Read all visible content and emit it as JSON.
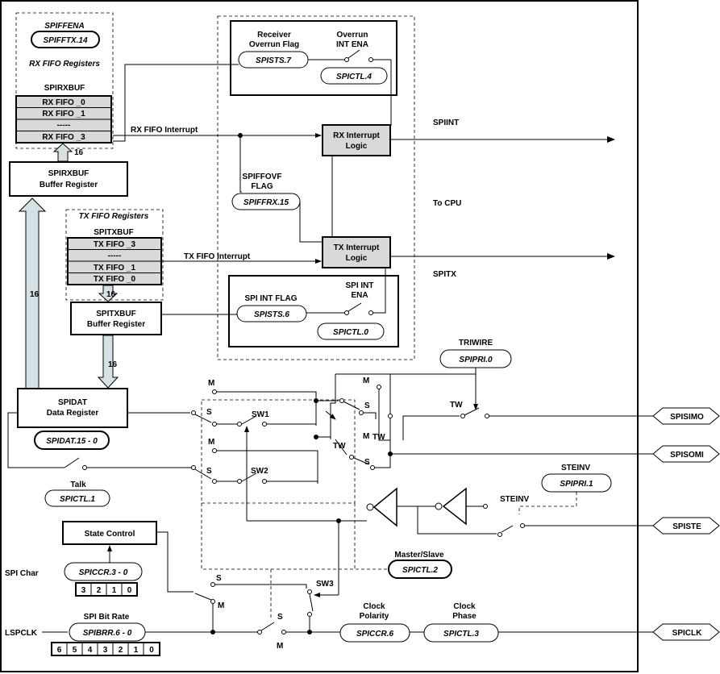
{
  "rx_section": {
    "spiffena_label": "SPIFFENA",
    "spiffena_reg": "SPIFFTX.14",
    "title": "RX FIFO Registers",
    "spirxbuf_label": "SPIRXBUF",
    "fifo": [
      "RX FIFO _0",
      "RX FIFO _1",
      "-----",
      "RX FIFO _3"
    ],
    "bus_width": "16",
    "buffer_line1": "SPIRXBUF",
    "buffer_line2": "Buffer Register"
  },
  "tx_section": {
    "title": "TX FIFO Registers",
    "spitxbuf_label": "SPITXBUF",
    "fifo": [
      "TX FIFO _3",
      "-----",
      "TX FIFO _1",
      "TX FIFO _0"
    ],
    "bus_width": "16",
    "buffer_line1": "SPITXBUF",
    "buffer_line2": "Buffer Register",
    "bus_width_down": "16"
  },
  "main_bus_width": "16",
  "interrupts": {
    "rx_fifo_interrupt": "RX FIFO Interrupt",
    "tx_fifo_interrupt": "TX FIFO Interrupt",
    "rx_logic_line1": "RX Interrupt",
    "rx_logic_line2": "Logic",
    "tx_logic_line1": "TX Interrupt",
    "tx_logic_line2": "Logic",
    "spiint": "SPIINT",
    "to_cpu": "To CPU",
    "spitx": "SPITX",
    "receiver_line1": "Receiver",
    "receiver_line2": "Overrun Flag",
    "overrun_line1": "Overrun",
    "overrun_line2": "INT ENA",
    "spists7": "SPISTS.7",
    "spictl4": "SPICTL.4",
    "spiffovf_line1": "SPIFFOVF",
    "spiffovf_line2": "FLAG",
    "spiffrx15": "SPIFFRX.15",
    "spi_int_flag": "SPI INT FLAG",
    "spi_int_ena_line1": "SPI INT",
    "spi_int_ena_line2": "ENA",
    "spists6": "SPISTS.6",
    "spictl0": "SPICTL.0"
  },
  "data_register": {
    "line1": "SPIDAT",
    "line2": "Data Register",
    "reg": "SPIDAT.15 - 0",
    "talk": "Talk",
    "talk_reg": "SPICTL.1"
  },
  "switches": {
    "m": "M",
    "s": "S",
    "sw1": "SW1",
    "sw2": "SW2",
    "sw3": "SW3",
    "tw": "TW",
    "triwire": "TRIWIRE",
    "spipri0": "SPIPRI.0",
    "steinv": "STEINV",
    "spipri1": "SPIPRI.1"
  },
  "pins": {
    "spisimo": "SPISIMO",
    "spisomi": "SPISOMI",
    "spiste": "SPISTE",
    "spiclk": "SPICLK",
    "lspclk": "LSPCLK"
  },
  "control": {
    "state_control": "State Control",
    "spi_char": "SPI Char",
    "spiccr30": "SPICCR.3 - 0",
    "char_bits": [
      "3",
      "2",
      "1",
      "0"
    ],
    "master_slave": "Master/Slave",
    "spictl2": "SPICTL.2",
    "spi_bit_rate": "SPI Bit Rate",
    "spibrr": "SPIBRR.6 - 0",
    "rate_bits": [
      "6",
      "5",
      "4",
      "3",
      "2",
      "1",
      "0"
    ],
    "clock_polarity_line1": "Clock",
    "clock_polarity_line2": "Polarity",
    "spiccr6": "SPICCR.6",
    "clock_phase_line1": "Clock",
    "clock_phase_line2": "Phase",
    "spictl3": "SPICTL.3"
  }
}
